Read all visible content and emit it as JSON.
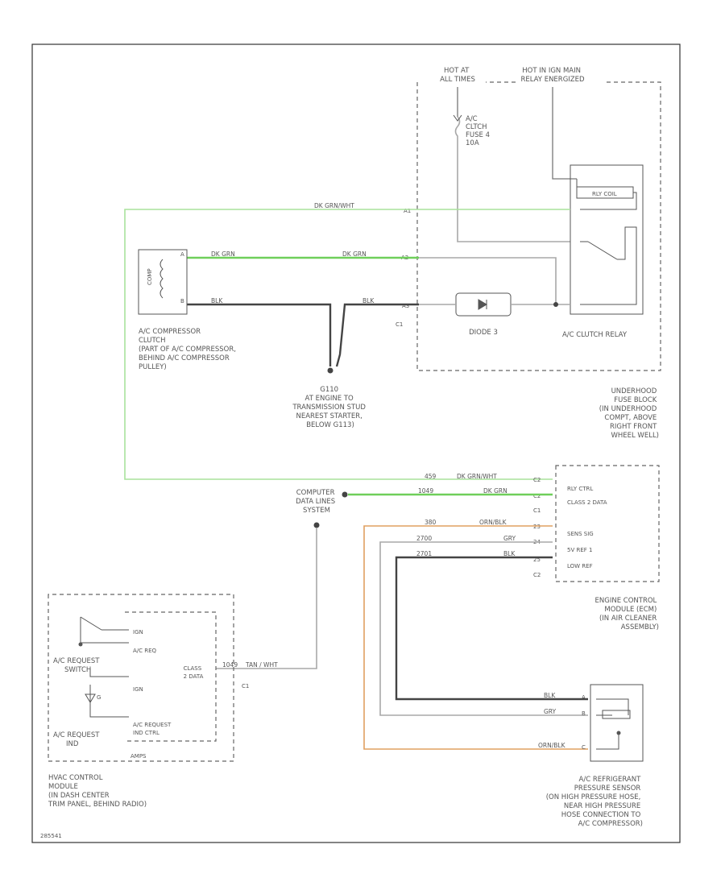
{
  "labels": {
    "hot_at_all_times": [
      "HOT AT",
      "ALL TIMES"
    ],
    "hot_ign": [
      "HOT IN IGN MAIN",
      "RELAY ENERGIZED"
    ],
    "fuse": [
      "A/C",
      "CLTCH",
      "FUSE 4",
      "10A"
    ],
    "relay_coil": "RLY COIL",
    "diode": "DIODE 3",
    "ac_clutch_relay": "A/C CLUTCH RELAY",
    "connector_c1": "C1",
    "compressor_clutch": [
      "A/C COMPRESSOR",
      "CLUTCH",
      "(PART OF A/C COMPRESSOR,",
      "BEHIND A/C COMPRESSOR",
      "PULLEY)"
    ],
    "ground": [
      "G110",
      "AT ENGINE TO",
      "TRANSMISSION STUD",
      "NEAREST STARTER,",
      "BELOW G113)"
    ],
    "underhood_fuse_block": [
      "UNDERHOOD",
      "FUSE BLOCK",
      "(IN UNDERHOOD",
      "COMPT, ABOVE",
      "RIGHT FRONT",
      "WHEEL WELL)"
    ],
    "computer_data_lines": [
      "COMPUTER",
      "DATA LINES",
      "SYSTEM"
    ],
    "ecm_pins": [
      "RLY CTRL",
      "CLASS 2 DATA",
      "SENS SIG",
      "5V REF 1",
      "LOW REF"
    ],
    "ecm": [
      "ENGINE CONTROL",
      "MODULE (ECM)",
      "(IN AIR CLEANER",
      "ASSEMBLY)"
    ],
    "hvac_inner": [
      "IGN",
      "A/C REQ",
      "CLASS",
      "2 DATA",
      "IGN",
      "A/C REQUEST",
      "IND CTRL"
    ],
    "ac_request_switch": [
      "A/C REQUEST",
      "SWITCH"
    ],
    "ac_request_ind": [
      "A/C REQUEST",
      "IND"
    ],
    "hvac_module": [
      "HVAC CONTROL",
      "MODULE",
      "(IN DASH CENTER",
      "TRIM PANEL, BEHIND RADIO)"
    ],
    "pressure_sensor": [
      "A/C REFRIGERANT",
      "PRESSURE SENSOR",
      "(ON HIGH PRESSURE HOSE,",
      "NEAR HIGH PRESSURE",
      "HOSE CONNECTION TO",
      "A/C COMPRESSOR)"
    ],
    "ground_symbol": "G",
    "amps": "AMPS",
    "compressor_inner": "COMP",
    "figure_code": "285541",
    "ecm_connector": "C1",
    "ecm_connector_2": "C2",
    "hvac_connector": "C1"
  },
  "wires": {
    "dk_grn_wht_top": "DK GRN/WHT",
    "dk_grn_a": "DK GRN",
    "dk_grn_b": "DK GRN",
    "blk_a": "BLK",
    "blk_b": "BLK",
    "ecm_dk_grn_wht": "DK GRN/WHT",
    "ecm_dk_grn": "DK GRN",
    "orn_blk": "ORN/BLK",
    "gry": "GRY",
    "blk_ecm": "BLK",
    "tan_wht": "TAN / WHT",
    "sensor_blk": "BLK",
    "sensor_gry": "GRY",
    "sensor_orn_blk": "ORN/BLK"
  },
  "circuits": {
    "c459": "459",
    "c1049": "1049",
    "c380": "380",
    "c2700": "2700",
    "c2701": "2701",
    "c1049h": "1049"
  },
  "pins": {
    "a1": "A1",
    "a2": "A2",
    "a3": "A3",
    "comp_a": "A",
    "comp_b": "B",
    "c2_a": "C2",
    "c2_b": "C2",
    "c1_a": "C1",
    "c1_b": "C1",
    "c1_c": "C1",
    "c23": "23",
    "c24": "24",
    "c25": "25",
    "s_a": "A",
    "s_b": "B",
    "s_c": "C"
  },
  "colors": {
    "dk_grn": "#6fcf5a",
    "dk_grn_wht": "#a9e29c",
    "orn_blk": "#e0a060",
    "blk": "#444444",
    "gry": "#a8a8a8"
  }
}
